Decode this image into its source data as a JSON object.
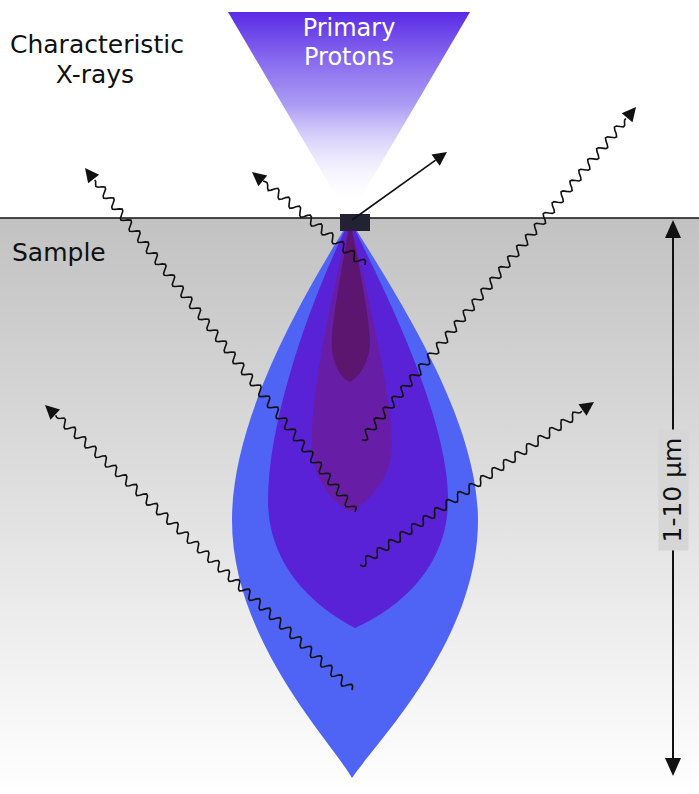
{
  "diagram": {
    "nodes": [
      {
        "text": [
          "Primary Protons"
        ]
      },
      {
        "text": [
          "Sample"
        ]
      }
    ],
    "labels": [
      "Characteristic X-rays",
      "1-10 µm"
    ]
  }
}
